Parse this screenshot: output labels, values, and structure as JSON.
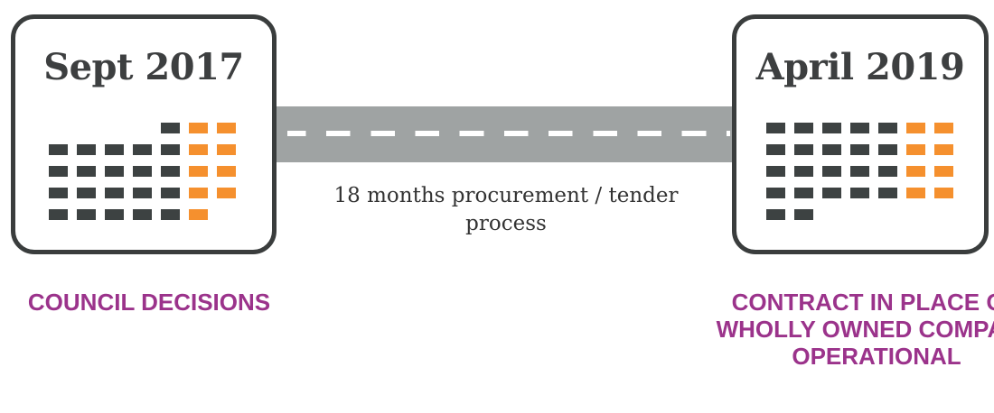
{
  "start": {
    "date": "Sept 2017",
    "label": "COUNCIL DECISIONS"
  },
  "end": {
    "date": "April 2019",
    "label": "CONTRACT IN PLACE OR WHOLLY OWNED COMPANY OPERATIONAL"
  },
  "transition": {
    "text": "18 months procurement / tender process"
  },
  "colors": {
    "calendar_day": "#3d4242",
    "weekend_day": "#f5902e",
    "road": "#9fa3a3",
    "label": "#9b338b"
  }
}
